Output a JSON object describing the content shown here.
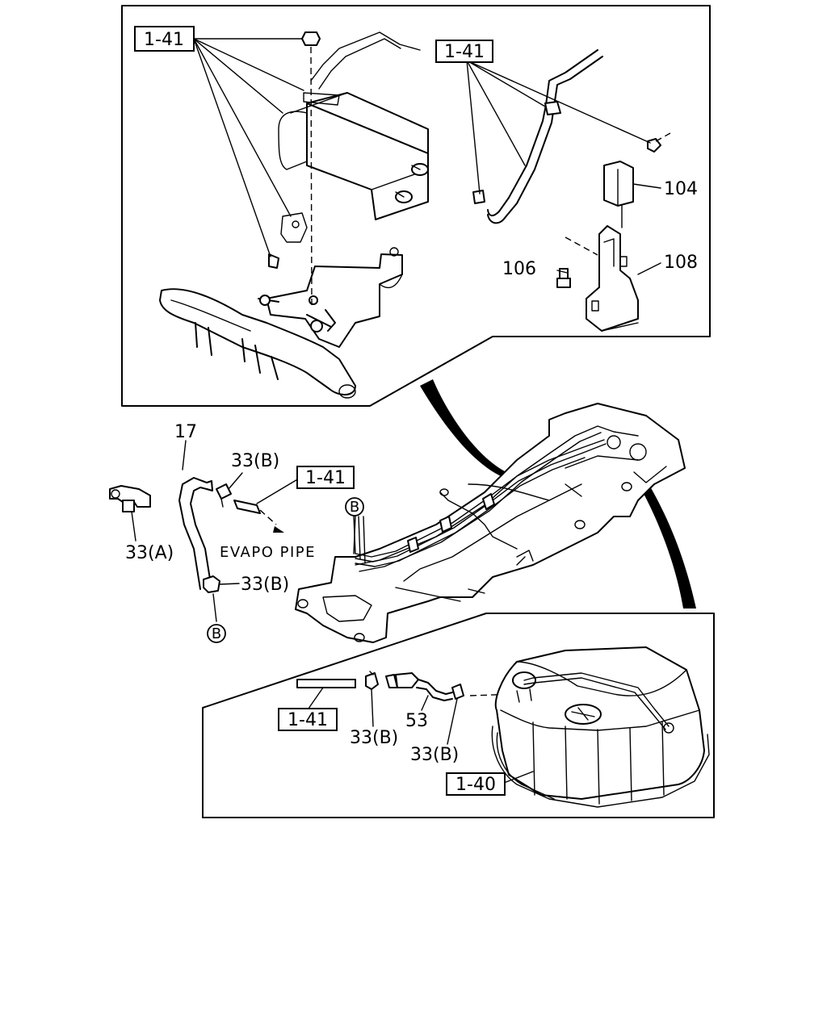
{
  "callouts": {
    "ref_top_left": "1-41",
    "ref_top_right": "1-41",
    "ref_mid": "1-41",
    "ref_bottom_left": "1-41",
    "ref_tank": "1-40",
    "part_104": "104",
    "part_106": "106",
    "part_108": "108",
    "part_17": "17",
    "part_33b_top": "33(B)",
    "part_33a": "33(A)",
    "part_33b_mid": "33(B)",
    "part_33b_bl": "33(B)",
    "part_33b_br": "33(B)",
    "part_53": "53",
    "evapo_pipe": "EVAPO PIPE",
    "marker_b_frame": "B",
    "marker_b_hose": "B"
  }
}
